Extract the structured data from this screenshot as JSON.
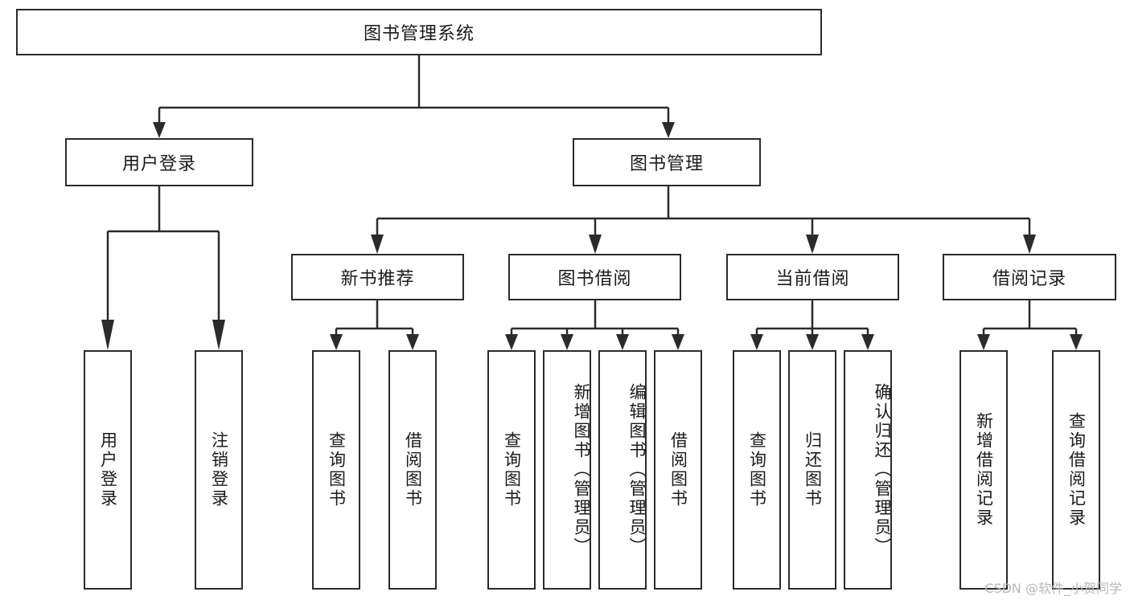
{
  "diagram": {
    "title": "图书管理系统",
    "watermark": "CSDN @软件_小贺同学",
    "colors": {
      "stroke": "#2b2b2b",
      "background": "#ffffff",
      "text": "#1a1a1a",
      "watermark": "#b8b8b8"
    },
    "root": {
      "label": "图书管理系统"
    },
    "level2": [
      {
        "label": "用户登录"
      },
      {
        "label": "图书管理"
      }
    ],
    "level3": [
      {
        "label": "新书推荐"
      },
      {
        "label": "图书借阅"
      },
      {
        "label": "当前借阅"
      },
      {
        "label": "借阅记录"
      }
    ],
    "leaves": {
      "user_login": [
        {
          "label": "用户登录"
        },
        {
          "label": "注销登录"
        }
      ],
      "new_book": [
        {
          "label": "查询图书"
        },
        {
          "label": "借阅图书"
        }
      ],
      "book_borrow": [
        {
          "label": "查询图书"
        },
        {
          "label": "新增图书（管理员）"
        },
        {
          "label": "编辑图书（管理员）"
        },
        {
          "label": "借阅图书"
        }
      ],
      "current_borrow": [
        {
          "label": "查询图书"
        },
        {
          "label": "归还图书"
        },
        {
          "label": "确认归还（管理员）"
        }
      ],
      "borrow_record": [
        {
          "label": "新增借阅记录"
        },
        {
          "label": "查询借阅记录"
        }
      ]
    }
  }
}
